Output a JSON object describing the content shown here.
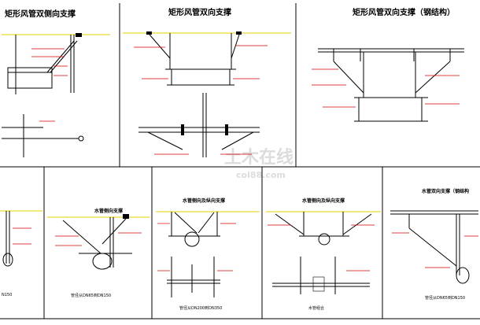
{
  "panels": [
    {
      "title": "矩形风管双侧向支撑"
    },
    {
      "title": "矩形风管双向支撑"
    },
    {
      "title": "矩形风管双向支撑（钢结构）"
    },
    {
      "caption": "N150"
    },
    {
      "title": "水管侧向支撑",
      "caption": "管径从DN65到DN150"
    },
    {
      "title": "水管侧向及纵向支撑",
      "caption": "管径从DN200到DN350"
    },
    {
      "title": "水管侧向及纵向支撑",
      "caption": "水管组合"
    },
    {
      "title": "水管双向支撑（钢结构",
      "caption": "管径从DN65到DN150"
    }
  ],
  "colors": {
    "lines": "#000000",
    "leaders": "#d00000",
    "beam": "#e6d200"
  }
}
